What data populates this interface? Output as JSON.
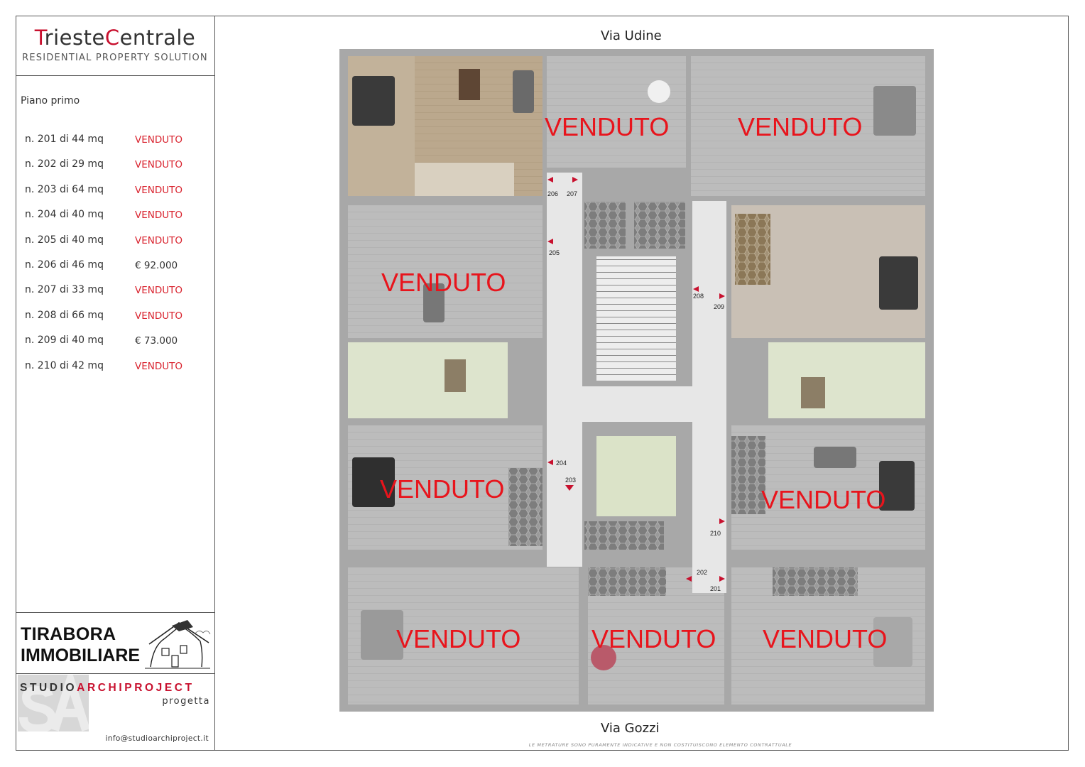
{
  "brand": {
    "name_part1": "Trieste",
    "name_part2": "Centrale",
    "subtitle": "RESIDENTIAL PROPERTY SOLUTION"
  },
  "floor_label": "Piano primo",
  "units": [
    {
      "name": "n. 201 di 44 mq",
      "status": "VENDUTO",
      "sold": true
    },
    {
      "name": "n. 202 di 29 mq",
      "status": "VENDUTO",
      "sold": true
    },
    {
      "name": "n. 203 di 64 mq",
      "status": "VENDUTO",
      "sold": true
    },
    {
      "name": "n. 204 di 40 mq",
      "status": "VENDUTO",
      "sold": true
    },
    {
      "name": "n. 205 di 40 mq",
      "status": "VENDUTO",
      "sold": true
    },
    {
      "name": "n. 206 di 46 mq",
      "status": "€ 92.000",
      "sold": false
    },
    {
      "name": "n. 207 di 33 mq",
      "status": "VENDUTO",
      "sold": true
    },
    {
      "name": "n. 208 di 66 mq",
      "status": "VENDUTO",
      "sold": true
    },
    {
      "name": "n. 209 di 40 mq",
      "status": "€ 73.000",
      "sold": false
    },
    {
      "name": "n. 210 di 42 mq",
      "status": "VENDUTO",
      "sold": true
    }
  ],
  "agency": {
    "line1": "TIRABORA",
    "line2": "IMMOBILIARE"
  },
  "studio": {
    "name_part1": "STUDIO",
    "name_part2": "ARCHIPROJECT",
    "tagline": "progetta",
    "email": "info@studioarchiproject.it"
  },
  "plan": {
    "street_top": "Via Udine",
    "street_bottom": "Via Gozzi",
    "sold_stamp": "VENDUTO",
    "disclaimer": "LE METRATURE SONO PURAMENTE INDICATIVE E NON COSTITUISCONO ELEMENTO CONTRATTUALE",
    "door_labels": [
      "206",
      "207",
      "205",
      "208",
      "209",
      "204",
      "203",
      "210",
      "202",
      "201"
    ]
  },
  "colors": {
    "accent_red": "#c8102e",
    "sold_red": "#e8141c",
    "wall": "#a9a9a9",
    "terrace": "#dfe6cf",
    "wood_floor": "#b9a58a",
    "grey_floor": "#bdbdbd"
  }
}
